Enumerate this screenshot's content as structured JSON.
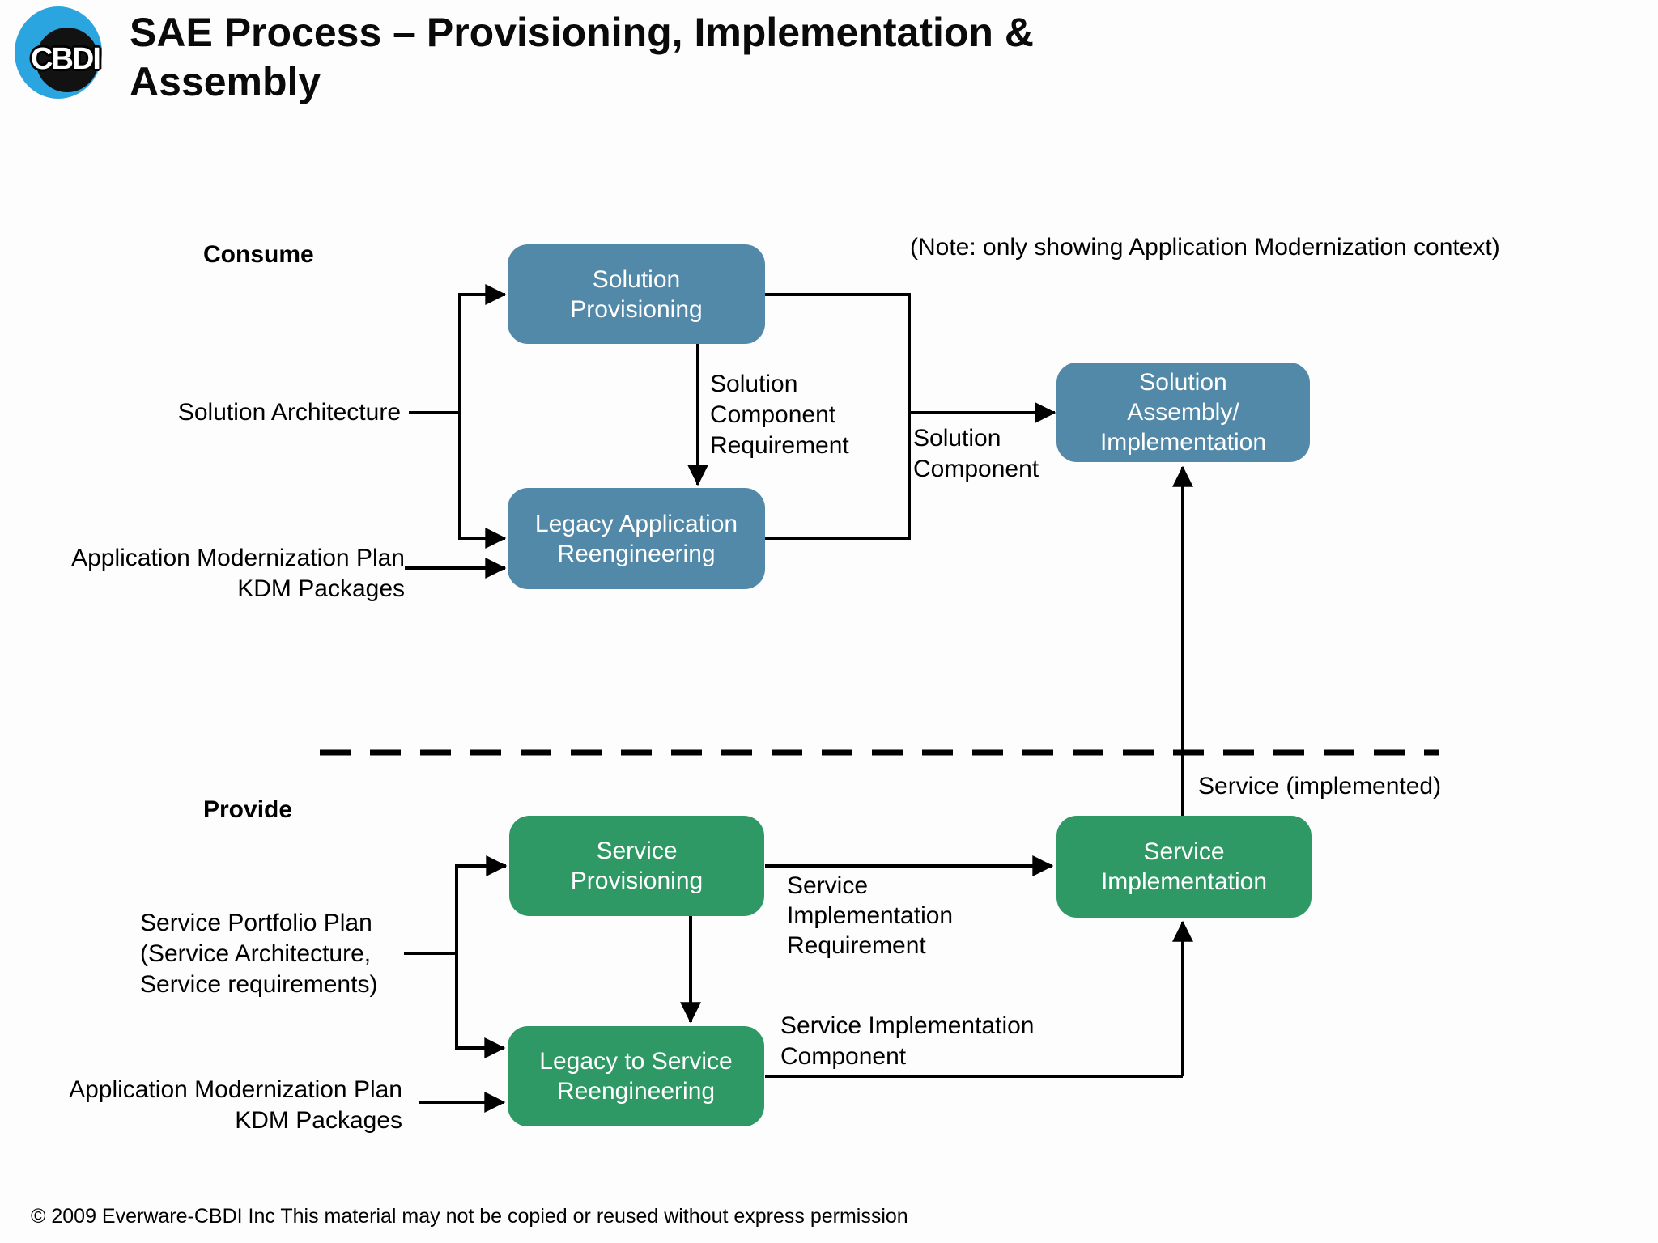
{
  "header": {
    "logo_text": "CBDI",
    "title": "SAE Process – Provisioning, Implementation &\nAssembly"
  },
  "sections": {
    "consume_label": "Consume",
    "provide_label": "Provide",
    "note": "(Note: only showing Application Modernization context)"
  },
  "boxes": {
    "solution_provisioning": "Solution\nProvisioning",
    "legacy_application_reengineering": "Legacy Application\nReengineering",
    "solution_assembly_implementation": "Solution\nAssembly/\nImplementation",
    "service_provisioning": "Service\nProvisioning",
    "legacy_to_service_reengineering": "Legacy  to Service\nReengineering",
    "service_implementation": "Service\nImplementation"
  },
  "inputs": {
    "solution_architecture": "Solution Architecture",
    "application_modernization_plan_top": "Application Modernization Plan\nKDM Packages",
    "service_portfolio_plan": "Service Portfolio Plan\n(Service Architecture,\nService requirements)",
    "application_modernization_plan_bottom": "Application Modernization Plan\nKDM Packages"
  },
  "edge_labels": {
    "solution_component_requirement": "Solution\nComponent\nRequirement",
    "solution_component": "Solution\nComponent",
    "service_implemented": "Service (implemented)",
    "service_implementation_requirement": "Service\nImplementation\nRequirement",
    "service_implementation_component": "Service Implementation\nComponent"
  },
  "footer": {
    "copyright": "© 2009 Everware-CBDI Inc This material may not be copied or reused without express permission"
  },
  "colors": {
    "consume_box": "#5289a8",
    "provide_box": "#2f9966",
    "logo_blue": "#2aa5df",
    "line": "#000000"
  }
}
